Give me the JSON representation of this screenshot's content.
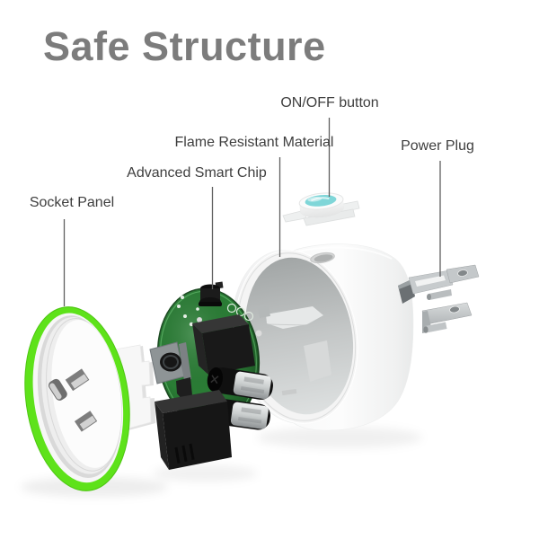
{
  "title": "Safe Structure",
  "callouts": {
    "socket_panel": {
      "label": "Socket Panel"
    },
    "advanced_smart_chip": {
      "label": "Advanced Smart Chip"
    },
    "flame_resistant_material": {
      "label": "Flame Resistant Material"
    },
    "on_off_button": {
      "label": "ON/OFF button"
    },
    "power_plug": {
      "label": "Power Plug"
    }
  },
  "colors": {
    "background": "#ffffff",
    "title_text": "#7c7c7c",
    "label_text": "#3e3e3e",
    "leader_line": "#5f5f5f",
    "socket_ring_green": "#5ee21a",
    "pcb_green": "#2a7d35",
    "button_teal": "#7fd6d8",
    "device_body_white": "#f4f4f4",
    "plug_metal_gray": "#c4c8ca",
    "component_black": "#161616"
  }
}
